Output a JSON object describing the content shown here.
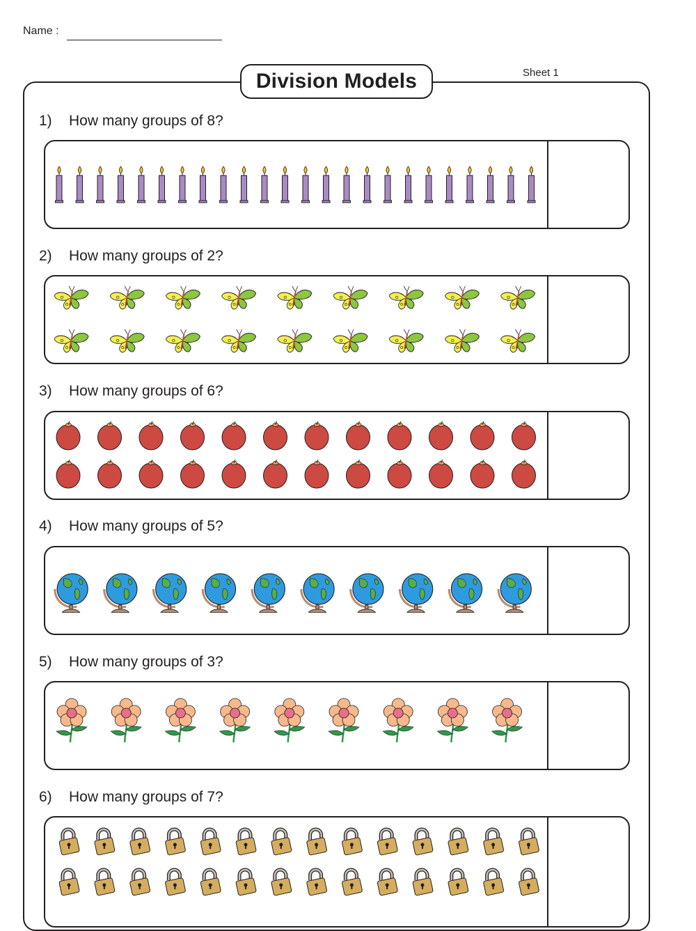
{
  "header": {
    "name_label": "Name :",
    "title": "Division Models",
    "sheet": "Sheet 1"
  },
  "questions": [
    {
      "number": "1)",
      "text": "How many groups of 8?",
      "icon": "candle-icon",
      "count": 24
    },
    {
      "number": "2)",
      "text": "How many groups of 2?",
      "icon": "butterfly-icon",
      "count": 18
    },
    {
      "number": "3)",
      "text": "How many groups of 6?",
      "icon": "apple-icon",
      "count": 24
    },
    {
      "number": "4)",
      "text": "How many groups of 5?",
      "icon": "globe-icon",
      "count": 10
    },
    {
      "number": "5)",
      "text": "How many groups of 3?",
      "icon": "flower-icon",
      "count": 9
    },
    {
      "number": "6)",
      "text": "How many groups of 7?",
      "icon": "padlock-icon",
      "count": 28
    }
  ],
  "colors": {
    "candle": "#a98bc4",
    "flame": "#f7c22a",
    "butterfly_wing": "#8dc63f",
    "butterfly_body": "#f2ef4f",
    "apple": "#cd4a42",
    "globe_ocean": "#2e9be0",
    "globe_land": "#5aae44",
    "globe_stand": "#b78d72",
    "flower_petal": "#f7b98b",
    "flower_center": "#e86f8a",
    "stem": "#2e9a4a",
    "padlock": "#d5ad5e"
  }
}
